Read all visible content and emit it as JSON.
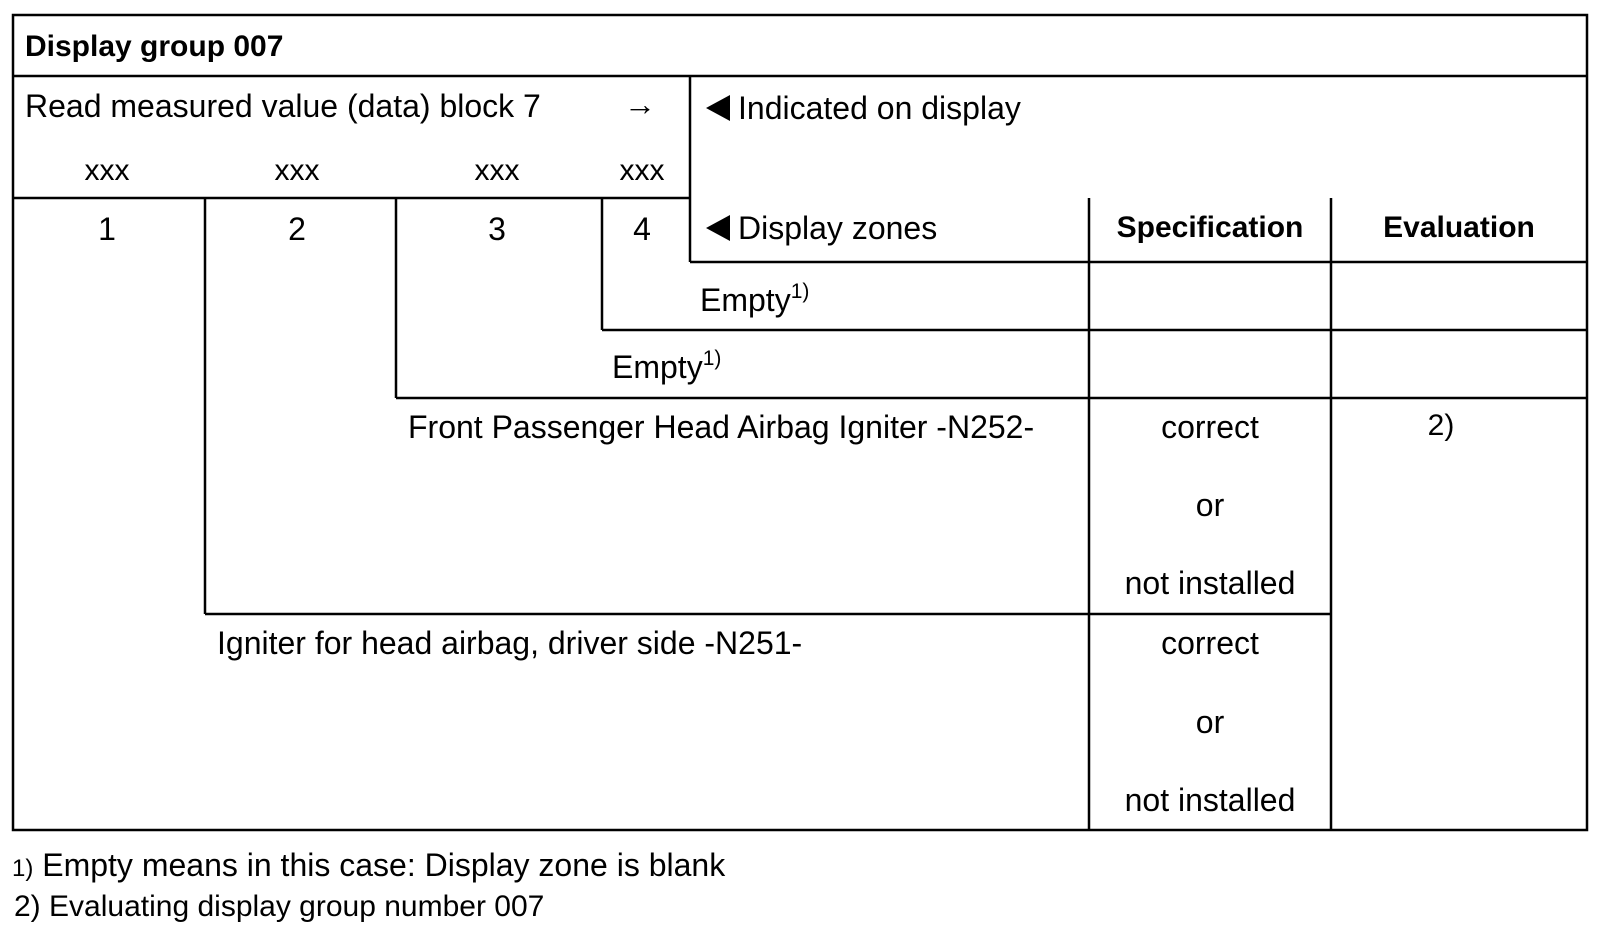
{
  "table": {
    "title": "Display group 007",
    "header_left": "Read measured value (data) block 7",
    "arrow": "→",
    "xxx_labels": [
      "xxx",
      "xxx",
      "xxx",
      "xxx"
    ],
    "field_numbers": [
      "1",
      "2",
      "3",
      "4"
    ],
    "indicated_on_display": "Indicated on display",
    "display_zones": "Display zones",
    "specification_header": "Specification",
    "evaluation_header": "Evaluation",
    "rows": [
      {
        "label": "Empty",
        "footnote_ref": "1)",
        "specification": [],
        "evaluation": ""
      },
      {
        "label": "Empty",
        "footnote_ref": "1)",
        "specification": [],
        "evaluation": ""
      },
      {
        "label": "Front Passenger Head Airbag Igniter -N252-",
        "specification": [
          "correct",
          "or",
          "not installed"
        ],
        "evaluation": "2)"
      },
      {
        "label": "Igniter for head airbag, driver side -N251-",
        "specification": [
          "correct",
          "or",
          "not installed"
        ],
        "evaluation": ""
      }
    ]
  },
  "footnotes": [
    {
      "marker": "1)",
      "text": "Empty means in this case: Display zone is blank"
    },
    {
      "marker": "2)",
      "text": "Evaluating display group number 007"
    }
  ]
}
